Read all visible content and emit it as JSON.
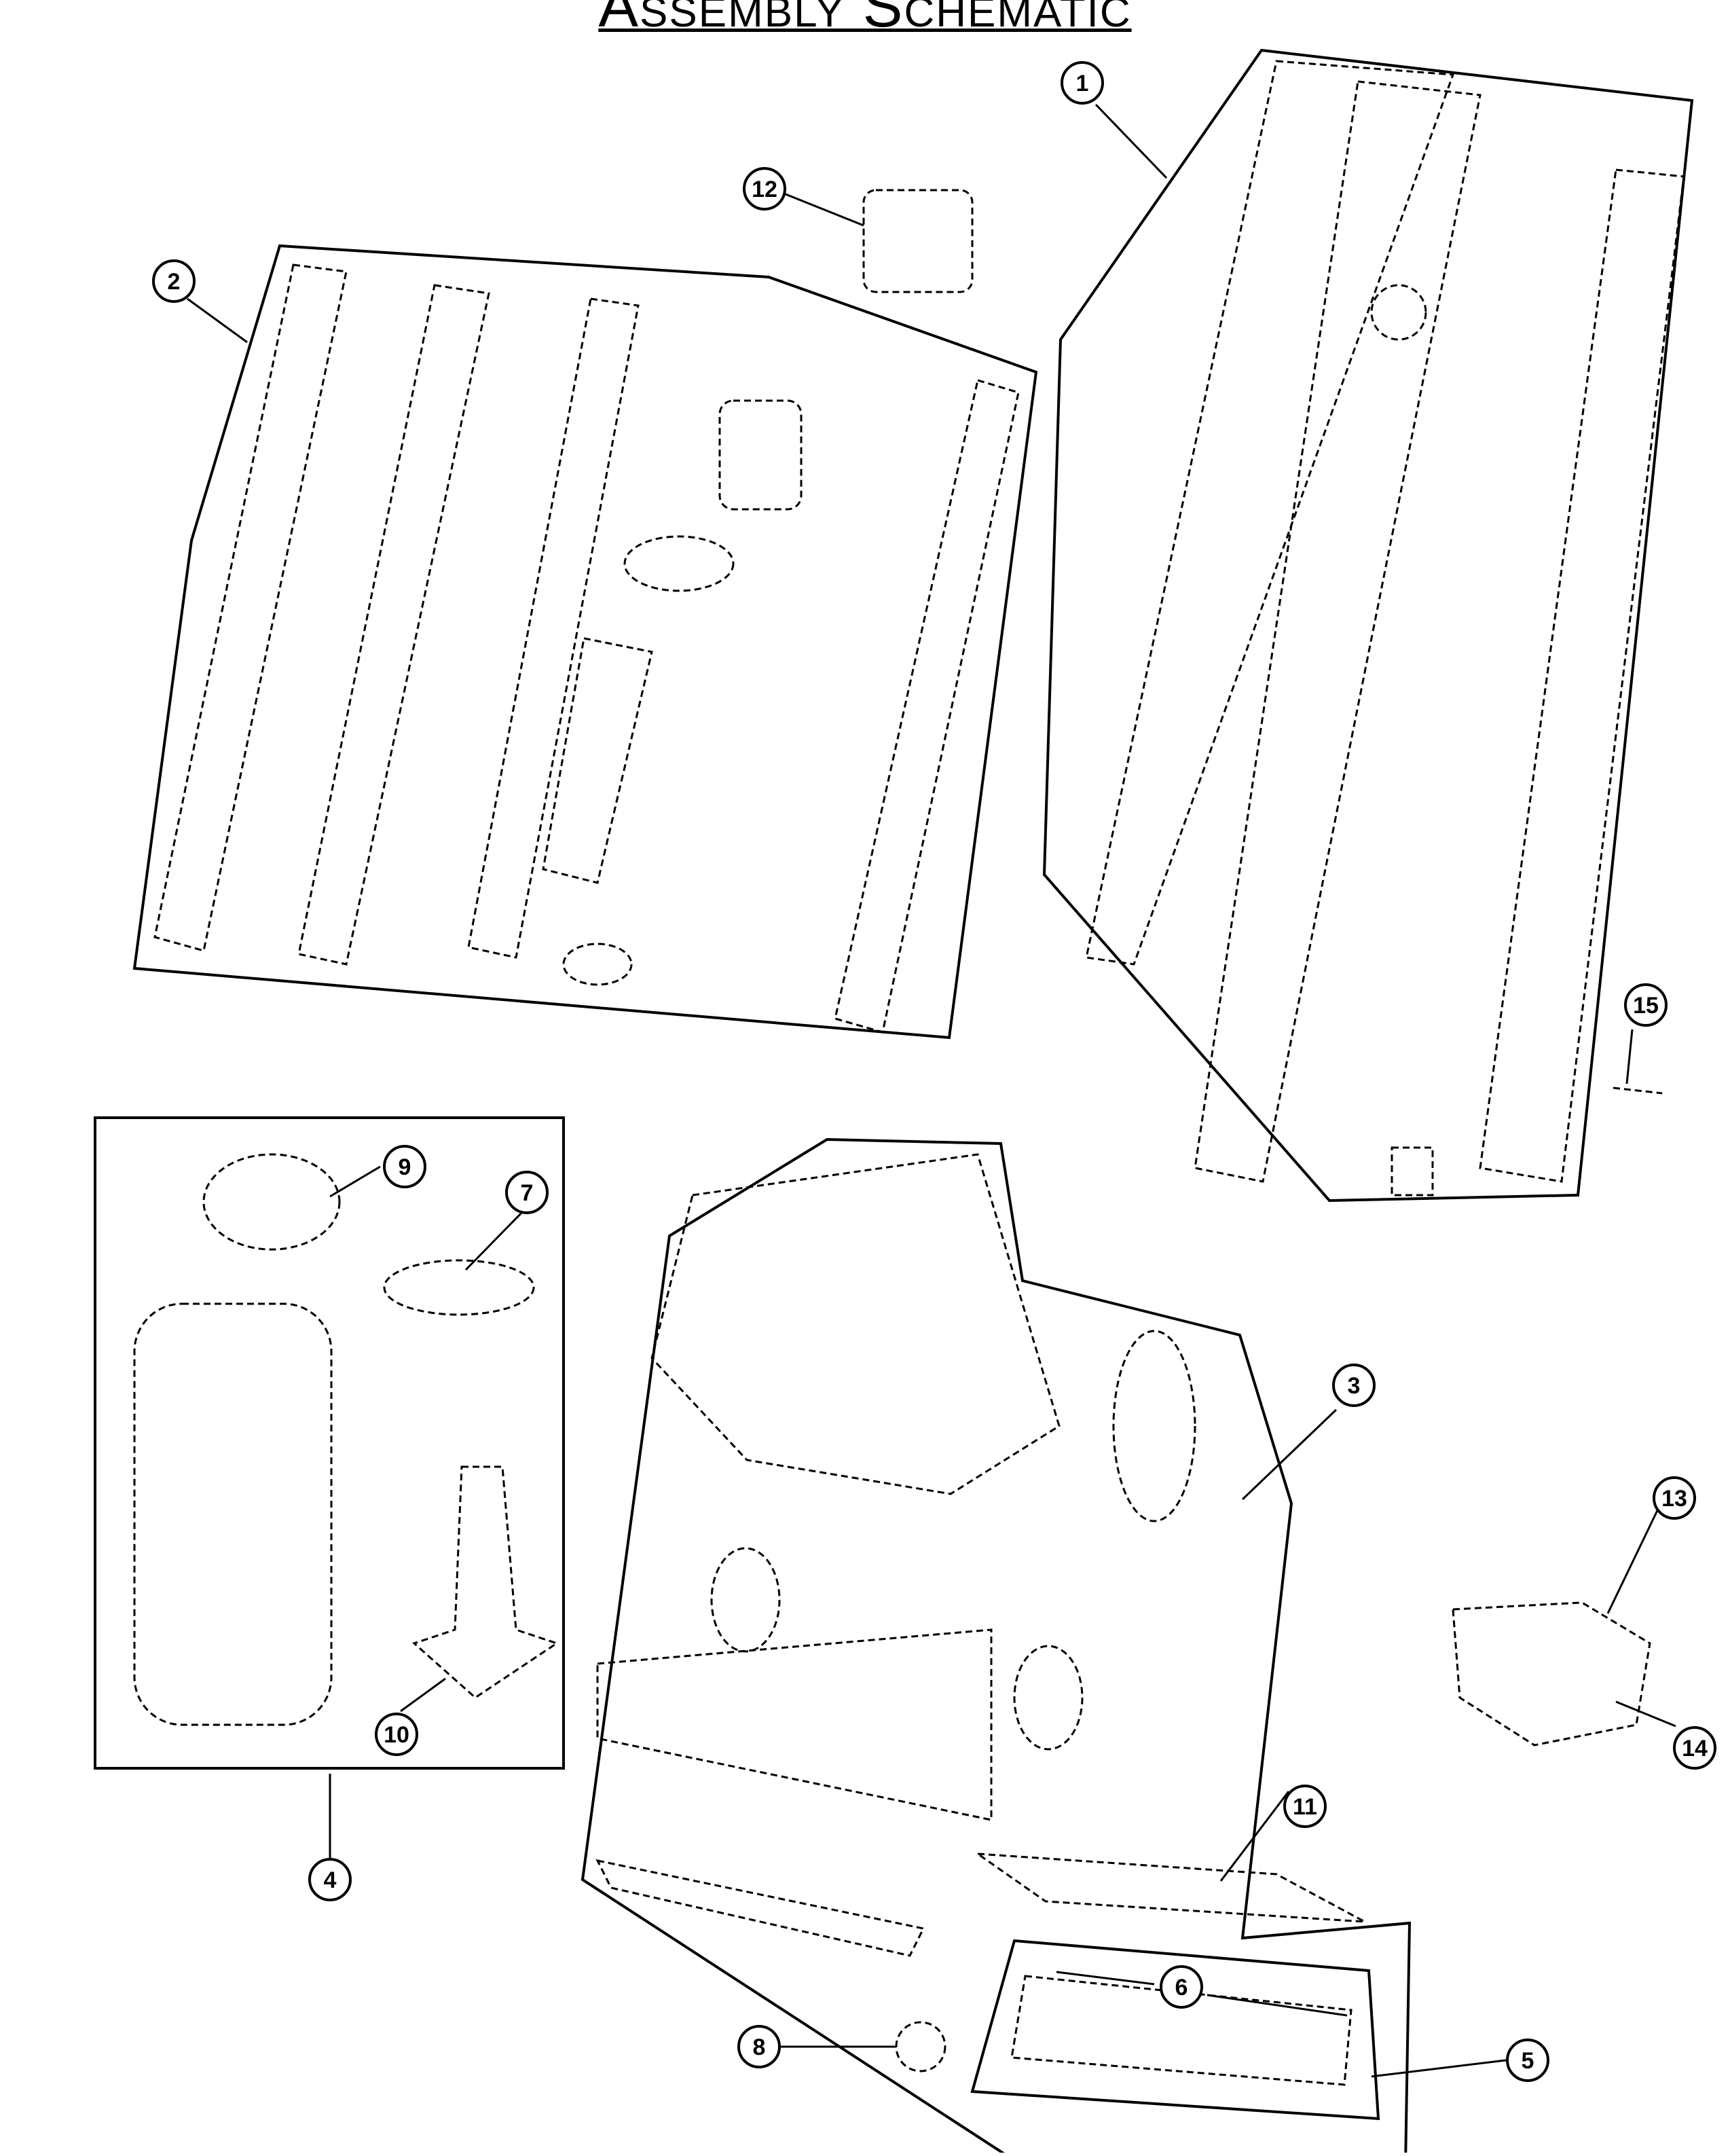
{
  "title": "Assembly Schematic",
  "callouts": [
    {
      "id": "callout-1",
      "label": "1"
    },
    {
      "id": "callout-2",
      "label": "2"
    },
    {
      "id": "callout-3",
      "label": "3"
    },
    {
      "id": "callout-4",
      "label": "4"
    },
    {
      "id": "callout-5",
      "label": "5"
    },
    {
      "id": "callout-6",
      "label": "6"
    },
    {
      "id": "callout-7",
      "label": "7"
    },
    {
      "id": "callout-8",
      "label": "8"
    },
    {
      "id": "callout-9",
      "label": "9"
    },
    {
      "id": "callout-10",
      "label": "10"
    },
    {
      "id": "callout-11",
      "label": "11"
    },
    {
      "id": "callout-12",
      "label": "12"
    },
    {
      "id": "callout-13",
      "label": "13"
    },
    {
      "id": "callout-14",
      "label": "14"
    },
    {
      "id": "callout-15",
      "label": "15"
    }
  ],
  "colors": {
    "line": "#000000",
    "background": "#ffffff"
  }
}
